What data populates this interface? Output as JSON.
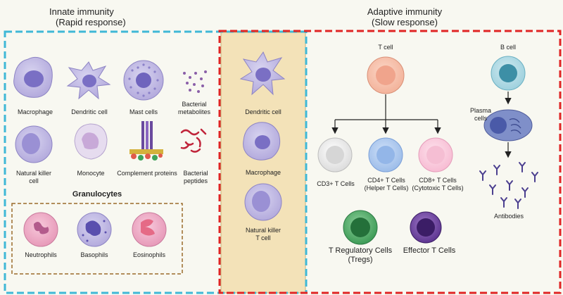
{
  "innate": {
    "title": "Innate immunity",
    "subtitle": "(Rapid response)",
    "cells": {
      "macrophage": "Macrophage",
      "dendritic": "Dendritic cell",
      "mast": "Mast cells",
      "bacterial_metabolites": [
        "Bacterial",
        "metabolites"
      ],
      "nk": [
        "Natural killer",
        "cell"
      ],
      "monocyte": "Monocyte",
      "complement": "Complement proteins",
      "bacterial_peptides": [
        "Bacterial",
        "peptides"
      ]
    },
    "granulocytes": {
      "title": "Granulocytes",
      "items": [
        "Neutrophils",
        "Basophils",
        "Eosinophils"
      ]
    }
  },
  "middle": {
    "cells": [
      "Dendritic cell",
      "Macrophage"
    ],
    "nkt": [
      "Natural killer",
      "T cell"
    ]
  },
  "adaptive": {
    "title": "Adaptive immunity",
    "subtitle": "(Slow response)",
    "t_cell": "T cell",
    "b_cell": "B cell",
    "plasma": [
      "Plasma",
      "cells"
    ],
    "cd3": "CD3+ T Cells",
    "cd4": [
      "CD4+ T Cells",
      "(Helper T Cells)"
    ],
    "cd8": [
      "CD8+ T Cells",
      "(Cytotoxic T Cells)"
    ],
    "treg": [
      "T Regulatory Cells",
      "(Tregs)"
    ],
    "effector": "Effector T Cells",
    "antibodies": "Antibodies"
  },
  "colors": {
    "innate_border": "#3fb8d6",
    "adaptive_border": "#e02424",
    "overlap_fill": "#f3e2b8",
    "granulocyte_border": "#9a6a2a"
  }
}
